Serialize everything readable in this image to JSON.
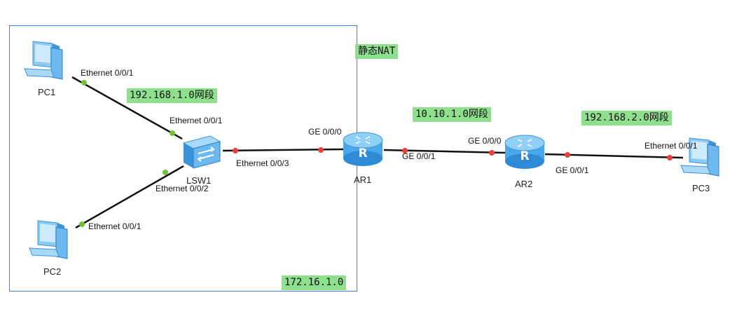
{
  "colors": {
    "area_border": "#3d7ee0",
    "note_background": "#8ee08e",
    "port_dot_switch_side": "#6fc33b",
    "port_dot_router_side": "#e8403a",
    "link": "#111111",
    "device_blue": "#4aa8ea"
  },
  "notes": {
    "static_nat": "静态NAT",
    "lan_segment": "192.168.1.0网段",
    "wan_segment": "10.10.1.0网段",
    "remote_segment": "192.168.2.0网段",
    "area_segment": "172.16.1.0"
  },
  "devices": {
    "pc1": {
      "name": "PC1",
      "icon": "pc-icon"
    },
    "pc2": {
      "name": "PC2",
      "icon": "pc-icon"
    },
    "pc3": {
      "name": "PC3",
      "icon": "pc-icon"
    },
    "lsw1": {
      "name": "LSW1",
      "icon": "switch-icon"
    },
    "ar1": {
      "name": "AR1",
      "icon": "router-icon"
    },
    "ar2": {
      "name": "AR2",
      "icon": "router-icon"
    }
  },
  "ports": {
    "pc1_eth": "Ethernet 0/0/1",
    "lsw1_eth1": "Ethernet 0/0/1",
    "lsw1_eth2": "Ethernet 0/0/2",
    "pc2_eth": "Ethernet 0/0/1",
    "lsw1_eth3": "Ethernet 0/0/3",
    "ar1_ge0": "GE 0/0/0",
    "ar1_ge1": "GE 0/0/1",
    "ar2_ge0": "GE 0/0/0",
    "ar2_ge1": "GE 0/0/1",
    "pc3_eth": "Ethernet 0/0/1"
  }
}
